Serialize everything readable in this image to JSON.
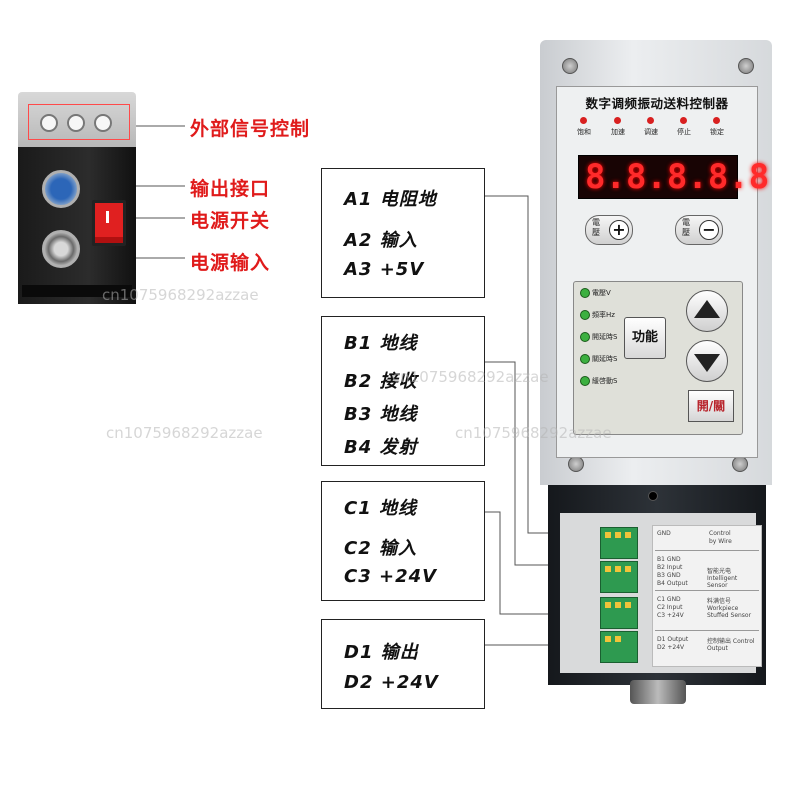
{
  "small_device": {
    "labels": [
      {
        "id": "ext",
        "text": "外部信号控制"
      },
      {
        "id": "out",
        "text": "输出接口"
      },
      {
        "id": "pwr",
        "text": "电源开关"
      },
      {
        "id": "in",
        "text": "电源输入"
      }
    ]
  },
  "callouts": [
    {
      "id": "A",
      "lines": [
        "A1 电阻地",
        "A2 输入",
        "A3 +5V"
      ]
    },
    {
      "id": "B",
      "lines": [
        "B1 地线",
        "B2 接收",
        "B3 地线",
        "B4 发射"
      ]
    },
    {
      "id": "C",
      "lines": [
        "C1 地线",
        "C2 输入",
        "C3 +24V"
      ]
    },
    {
      "id": "D",
      "lines": [
        "D1 输出",
        "D2 +24V"
      ]
    }
  ],
  "controller": {
    "title": "数字调频振动送料控制器",
    "status_leds": [
      "饱和",
      "加速",
      "调速",
      "停止",
      "锁定"
    ],
    "display_value": "8.8.8.8.8",
    "voltage_buttons": [
      {
        "text": "電壓",
        "op": "+"
      },
      {
        "text": "電壓",
        "op": "−"
      }
    ],
    "mode_leds": [
      "電壓V",
      "頻率Hz",
      "開延時S",
      "關延時S",
      "緩啓動S"
    ],
    "function_button": "功能",
    "onoff_button": "開/關",
    "terminal_labels": [
      "GND",
      "Control",
      "by Wire",
      "B1 GND",
      "B2 Input",
      "B3 GND",
      "B4 Output",
      "智能光电 Intelligent Sensor",
      "C1 GND",
      "C2 Input",
      "C3 +24V",
      "料满信号 Workpiece Stuffed Sensor",
      "D1 Output",
      "D2 +24V",
      "控制输出 Control Output"
    ]
  },
  "watermark": "cn1075968292azzae"
}
